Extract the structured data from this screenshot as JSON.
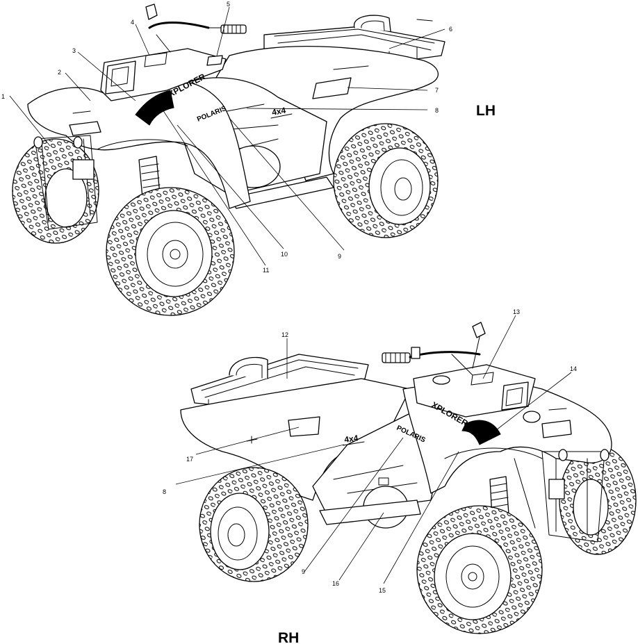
{
  "views": {
    "lh": {
      "label": "LH"
    },
    "rh": {
      "label": "RH"
    }
  },
  "decal_text": {
    "brand": "POLARIS",
    "model": "XPLORER",
    "drive": "4x4"
  },
  "callouts": {
    "lh": [
      {
        "id": "c1",
        "label": "1"
      },
      {
        "id": "c2",
        "label": "2"
      },
      {
        "id": "c3",
        "label": "3"
      },
      {
        "id": "c4",
        "label": "4"
      },
      {
        "id": "c5",
        "label": "5"
      },
      {
        "id": "c6",
        "label": "6"
      },
      {
        "id": "c7",
        "label": "7"
      },
      {
        "id": "c8",
        "label": "8"
      },
      {
        "id": "c9",
        "label": "9"
      },
      {
        "id": "c10",
        "label": "10"
      },
      {
        "id": "c11",
        "label": "11"
      }
    ],
    "rh": [
      {
        "id": "c12",
        "label": "12"
      },
      {
        "id": "c13",
        "label": "13"
      },
      {
        "id": "c14",
        "label": "14"
      },
      {
        "id": "c15",
        "label": "15"
      },
      {
        "id": "c16",
        "label": "16"
      },
      {
        "id": "c17",
        "label": "17"
      },
      {
        "id": "c8b",
        "label": "8"
      },
      {
        "id": "c9b",
        "label": "9"
      }
    ]
  }
}
